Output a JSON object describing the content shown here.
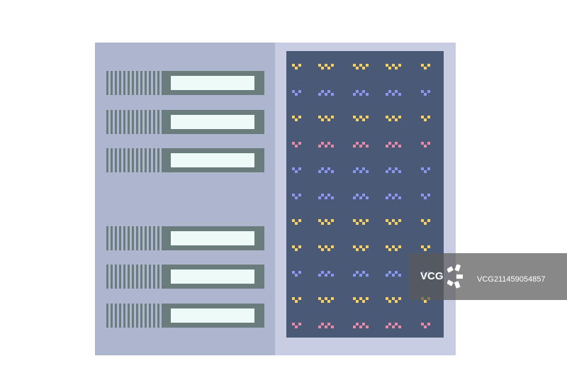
{
  "colors": {
    "chassis_left": "#aeb5cf",
    "chassis_right": "#c8cde3",
    "drive_metal": "#6b7c7c",
    "drive_window": "#eefaf8",
    "screen": "#4a5a76",
    "led_yellow": "#f6d063",
    "led_blue": "#8b98f2",
    "led_pink": "#e88aa8"
  },
  "drive_bays": {
    "count": 6
  },
  "status_grid": {
    "columns": 5,
    "rows": [
      "yellow",
      "blue",
      "yellow",
      "pink",
      "blue",
      "blue",
      "yellow",
      "yellow",
      "blue",
      "yellow",
      "pink"
    ]
  },
  "watermark": {
    "brand": "VCG",
    "id": "VCG211459054857",
    "icon": "vcg-logo-icon"
  }
}
